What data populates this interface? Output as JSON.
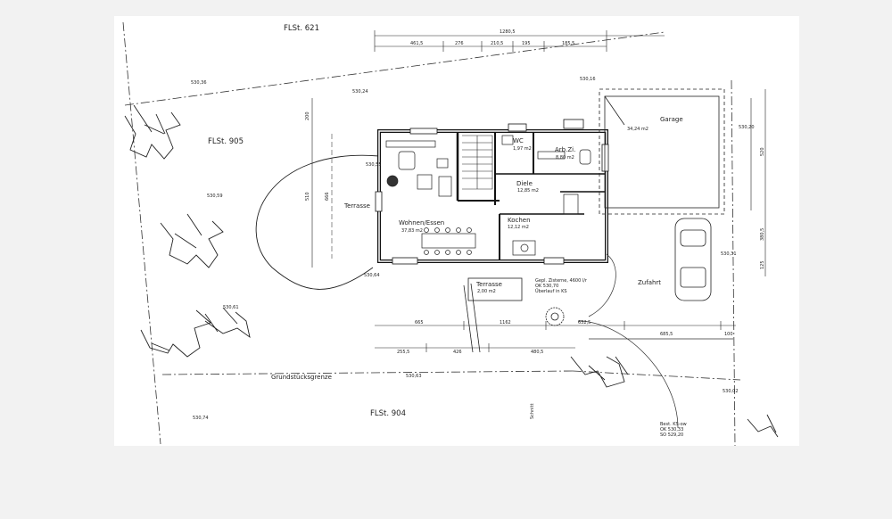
{
  "parcels": {
    "north": "FLSt. 621",
    "west": "FLSt. 905",
    "south": "FLSt. 904"
  },
  "rooms": {
    "terrasse_west": "Terrasse",
    "wohnen": {
      "name": "Wohnen/Essen",
      "area": "37,83 m2"
    },
    "wc": {
      "name": "WC",
      "area": "1,97 m2"
    },
    "arbz": {
      "name": "Arb.Zi.",
      "area": "8,80 m2"
    },
    "diele": {
      "name": "Diele",
      "area": "12,85 m2"
    },
    "kochen": {
      "name": "Kochen",
      "area": "12,12 m2"
    },
    "terrasse_south": {
      "name": "Terrasse",
      "area": "2,00 m2"
    },
    "garage": {
      "name": "Garage",
      "area": "34,24 m2"
    },
    "zufahrt": "Zufahrt"
  },
  "annotations": {
    "boundary": "Grundstücksgrenze",
    "schnitt": "Schnitt",
    "ok_note": [
      "Gepl. Zisterne, 4600 l/r",
      "OK 530,70",
      "Überlauf in KS"
    ],
    "best_ks": [
      "Best. KS-ow",
      "OK 530,33",
      "SO 529,20"
    ]
  },
  "levels": [
    "530,36",
    "530,24",
    "530,55",
    "530,59",
    "530,64",
    "530,61",
    "530,63",
    "530,74",
    "530,16",
    "530,20",
    "530,31",
    "530,02"
  ],
  "dimensions": {
    "top_total": "1280,5",
    "top_parts": [
      "461,5",
      "276",
      "210,5",
      "195",
      "185,5"
    ],
    "bottom_row1": [
      "665",
      "1162",
      "632,5",
      "685,5",
      "100"
    ],
    "bottom_row2": [
      "255,5",
      "426",
      "480,5"
    ],
    "left": [
      "200",
      "510",
      "666"
    ],
    "right": [
      "520",
      "380,5",
      "125"
    ]
  }
}
